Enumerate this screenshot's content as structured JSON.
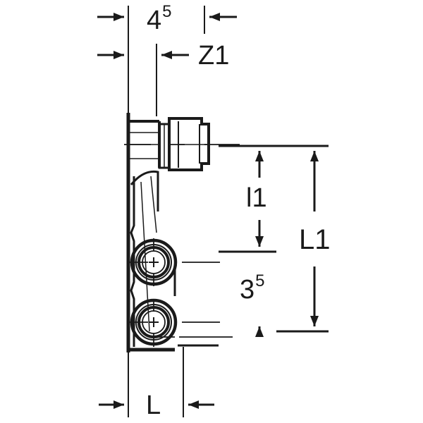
{
  "drawing": {
    "title": "Wall-mounted pipe connector technical dimension drawing",
    "type": "engineering-dimension-drawing",
    "line_color": "#1a1a1a",
    "background_color": "#ffffff",
    "dimensions": {
      "top_left": {
        "name": "width-45",
        "value": "4",
        "superscript": "5",
        "meaning": "4.5",
        "orientation": "horizontal",
        "position": "top"
      },
      "top_z1": {
        "name": "depth-z1",
        "value": "Z1",
        "superscript": "",
        "orientation": "horizontal",
        "position": "top"
      },
      "right_l1_small": {
        "name": "length-l1-lower",
        "value": "l1",
        "superscript": "",
        "orientation": "vertical",
        "position": "right-inner"
      },
      "right_L1_large": {
        "name": "length-L1-upper",
        "value": "L1",
        "superscript": "",
        "orientation": "vertical",
        "position": "right-outer"
      },
      "center_35": {
        "name": "spacing-35",
        "value": "3",
        "superscript": "5",
        "meaning": "3.5",
        "orientation": "vertical",
        "position": "center-right"
      },
      "bottom_L": {
        "name": "length-L",
        "value": "L",
        "superscript": "",
        "orientation": "horizontal",
        "position": "bottom"
      }
    },
    "components": [
      {
        "name": "wall-plate",
        "description": "vertical mounting plate edge"
      },
      {
        "name": "pipe-body",
        "description": "vertical pipe body section"
      },
      {
        "name": "threaded-fitting",
        "description": "top hex nut fitting connector"
      },
      {
        "name": "outlet-port-upper",
        "description": "upper concentric circular outlet port"
      },
      {
        "name": "outlet-port-lower",
        "description": "lower concentric circular outlet port"
      }
    ]
  }
}
